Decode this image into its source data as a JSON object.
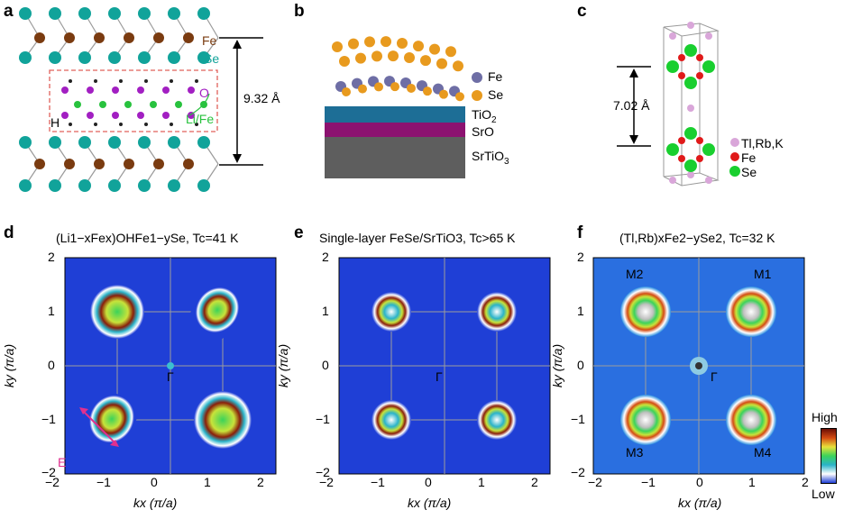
{
  "figure": {
    "panel_letters": {
      "a": "a",
      "b": "b",
      "c": "c",
      "d": "d",
      "e": "e",
      "f": "f"
    }
  },
  "panel_a": {
    "label_fe": "Fe",
    "label_se": "Se",
    "label_o": "O",
    "label_h": "H",
    "label_lifa": "Li/Fe",
    "distance": "9.32 Å"
  },
  "panel_b": {
    "legend_fe": "Fe",
    "legend_se": "Se",
    "layer_tio2": "TiO",
    "layer_tio2_sub": "2",
    "layer_sro": "SrO",
    "layer_srtio3": "SrTiO",
    "layer_srtio3_sub": "3"
  },
  "panel_c": {
    "distance": "7.02 Å",
    "legend_tlrbk": "Tl,Rb,K",
    "legend_fe": "Fe",
    "legend_se": "Se"
  },
  "panel_d": {
    "title": "(Li1−xFex)OHFe1−ySe, Tc=41 K",
    "gamma": "Γ",
    "arrow_label": "E"
  },
  "panel_e": {
    "title": "Single-layer FeSe/SrTiO3, Tc>65 K",
    "gamma": "Γ"
  },
  "panel_f": {
    "title": "(Tl,Rb)xFe2−ySe2, Tc=32 K",
    "gamma": "Γ",
    "m1": "M1",
    "m2": "M2",
    "m3": "M3",
    "m4": "M4",
    "colorbar_high": "High",
    "colorbar_low": "Low"
  },
  "axes": {
    "xlabel": "kx (π/a)",
    "ylabel": "ky (π/a)",
    "ticks": [
      "−2",
      "−1",
      "0",
      "1",
      "2"
    ]
  },
  "colors": {
    "map_bg": "#1f3fd6",
    "fe_brown": "#7a3b10",
    "se_teal": "#11a39a",
    "o_purple": "#a21fc2",
    "li_green": "#28c23e",
    "tio2": "#1d6e96",
    "sro": "#8c1270",
    "srtio3": "#5e5e5e",
    "fe_slate": "#6e6ea5",
    "se_orange": "#e89a1e",
    "c_fe_red": "#e01a1a",
    "c_se_green": "#19cf2f",
    "c_k_pink": "#d9a6d9",
    "arrow_magenta": "#e0308f"
  }
}
